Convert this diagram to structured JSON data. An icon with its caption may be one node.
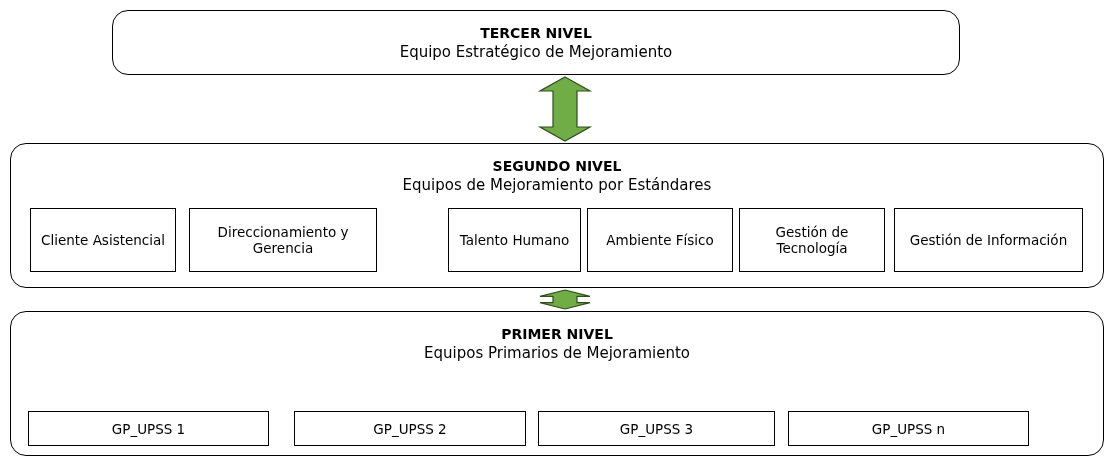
{
  "diagram": {
    "nodes": [
      {
        "text": [
          "TERCER NIVEL",
          "Equipo Estratégico de Mejoramiento"
        ]
      },
      {
        "text": [
          "SEGUNDO NIVEL",
          "Equipos de Mejoramiento por Estándares"
        ]
      },
      {
        "text": [
          "Cliente Asistencial"
        ],
        "in": 1
      },
      {
        "text": [
          "Direccionamiento y Gerencia"
        ],
        "in": 1
      },
      {
        "text": [
          "Talento Humano"
        ],
        "in": 1
      },
      {
        "text": [
          "Ambiente Físico"
        ],
        "in": 1
      },
      {
        "text": [
          "Gestión de Tecnología"
        ],
        "in": 1
      },
      {
        "text": [
          "Gestión de Información"
        ],
        "in": 1
      },
      {
        "text": [
          "PRIMER NIVEL",
          "Equipos Primarios de Mejoramiento"
        ]
      },
      {
        "text": [
          "GP_UPSS 1"
        ],
        "in": 8
      },
      {
        "text": [
          "GP_UPSS 2"
        ],
        "in": 8
      },
      {
        "text": [
          "GP_UPSS 3"
        ],
        "in": 8
      },
      {
        "text": [
          "GP_UPSS n"
        ],
        "in": 8
      }
    ],
    "edges": [
      {
        "from": 0,
        "to": 1,
        "arrow": "both",
        "style": "thick",
        "color": "#70ad47"
      },
      {
        "from": 1,
        "to": 8,
        "arrow": "both",
        "style": "thick",
        "color": "#70ad47"
      }
    ]
  }
}
